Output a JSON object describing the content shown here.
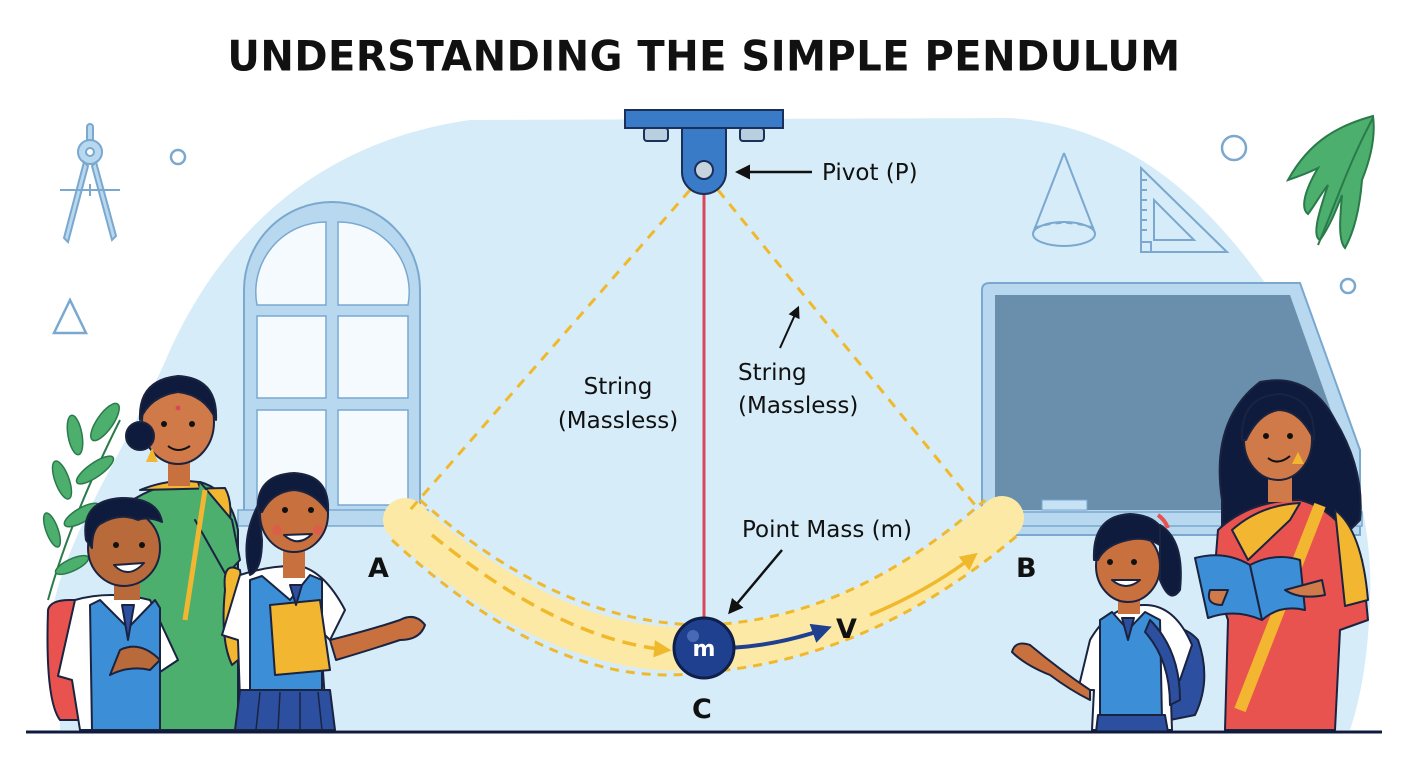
{
  "title": "UNDERSTANDING THE SIMPLE PENDULUM",
  "labels": {
    "pivot": "Pivot (P)",
    "string_left_line1": "String",
    "string_left_line2": "(Massless)",
    "string_right_line1": "String",
    "string_right_line2": "(Massless)",
    "point_mass": "Point Mass (m)",
    "mass_symbol": "m",
    "velocity": "V",
    "point_a": "A",
    "point_b": "B",
    "point_c": "C"
  },
  "colors": {
    "background_blob": "#d6ecf8",
    "string_center": "#d9485a",
    "string_dashed": "#f0b92c",
    "arc_band": "#fde9a6",
    "mass": "#1f3f8f",
    "pivot_blue": "#3a7bc8",
    "chalkboard": "#6a8fac",
    "icon_outline": "#7aa8cf",
    "leaf_green": "#4caf6e"
  },
  "decorations": [
    "compass-icon",
    "circle-icon",
    "triangle-icon",
    "cone-icon",
    "set-square-icon",
    "leaf-icon",
    "window",
    "chalkboard",
    "plant"
  ],
  "characters": [
    "teacher-left-green-saree",
    "student-boy",
    "student-girl-left",
    "student-girl-right",
    "teacher-right-red-saree"
  ]
}
